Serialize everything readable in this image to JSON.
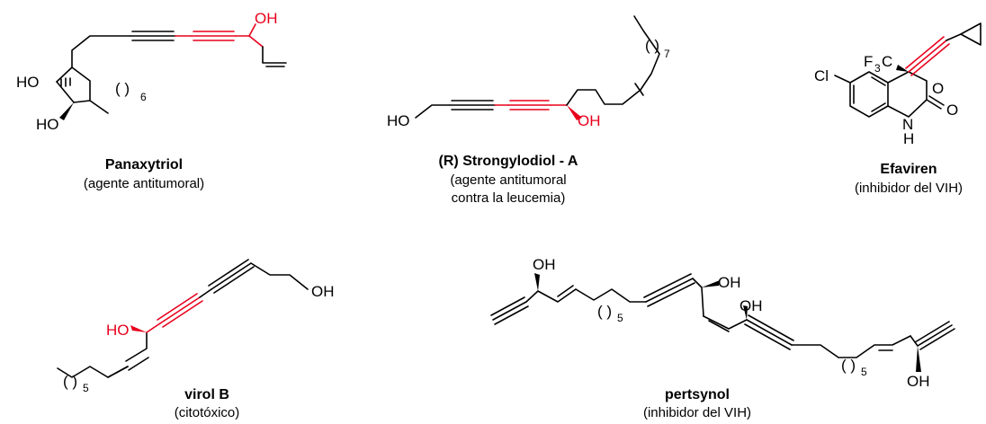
{
  "colors": {
    "bond": "#000000",
    "highlight": "#e8001c",
    "background": "#ffffff"
  },
  "compounds": [
    {
      "name": "Panaxytriol",
      "description": [
        "(agente antitumoral)"
      ],
      "labels": {
        "oh_top": "OH",
        "ho_left": "HO",
        "ho_bottom": "HO",
        "paren": "( )",
        "sub": "6"
      }
    },
    {
      "name": "(R) Strongylodiol - A",
      "description": [
        "(agente antitumoral",
        "contra la leucemia)"
      ],
      "labels": {
        "ho": "HO",
        "oh": "OH",
        "paren": "( )",
        "sub": "7"
      }
    },
    {
      "name": "Efaviren",
      "description": [
        "(inhibidor del VIH)"
      ],
      "labels": {
        "cl": "Cl",
        "f3c": "F",
        "f3c_sub": "3",
        "f3c_c": "C",
        "o_ring": "O",
        "o_carbonyl": "O",
        "nh_n": "N",
        "nh_h": "H"
      }
    },
    {
      "name": "virol B",
      "description": [
        "(citotóxico)"
      ],
      "labels": {
        "ho": "HO",
        "oh": "OH",
        "paren": "( )",
        "sub": "5"
      }
    },
    {
      "name": "pertsynol",
      "description": [
        "(inhibidor del VIH)"
      ],
      "labels": {
        "oh1": "OH",
        "oh2": "OH",
        "oh3": "OH",
        "oh4": "OH",
        "paren1": "( )",
        "sub1": "5",
        "paren2": "( )",
        "sub2": "5"
      }
    }
  ]
}
